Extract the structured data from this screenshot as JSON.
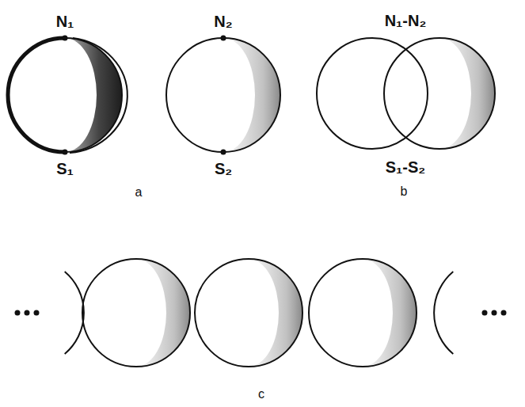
{
  "diagram": {
    "labels": [
      "N₁",
      "S₁",
      "a",
      "N₂",
      "S₂",
      "N₁-N₂",
      "S₁-S₂",
      "b",
      "c"
    ]
  }
}
